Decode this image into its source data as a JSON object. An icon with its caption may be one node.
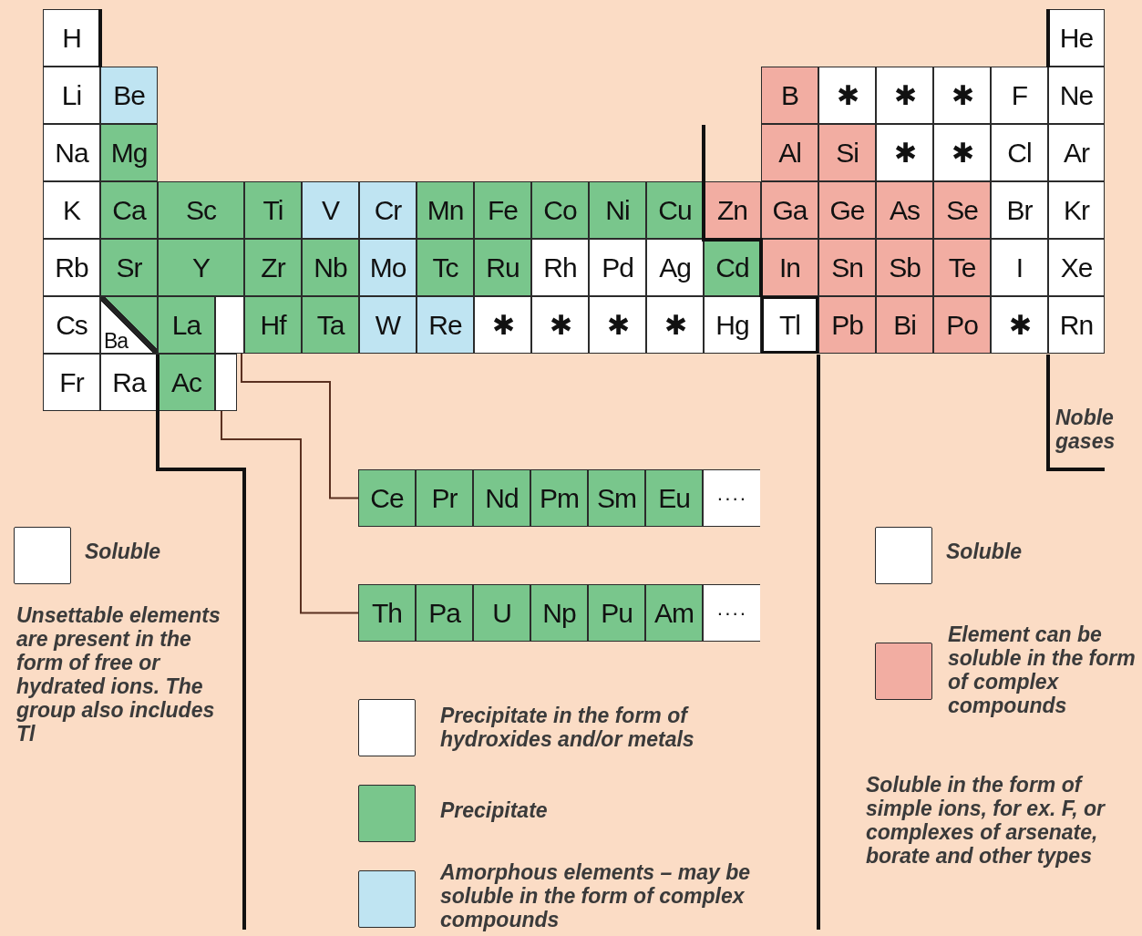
{
  "diagram": {
    "nodes": [
      {
        "text": [
          "H"
        ]
      },
      {
        "text": [
          "He"
        ]
      },
      {
        "text": [
          "Li"
        ]
      },
      {
        "text": [
          "Be"
        ]
      },
      {
        "text": [
          "B"
        ]
      },
      {
        "text": [
          "✱"
        ]
      },
      {
        "text": [
          "✱"
        ]
      },
      {
        "text": [
          "✱"
        ]
      },
      {
        "text": [
          "F"
        ]
      },
      {
        "text": [
          "Ne"
        ]
      },
      {
        "text": [
          "Na"
        ]
      },
      {
        "text": [
          "Mg"
        ]
      },
      {
        "text": [
          "Al"
        ]
      },
      {
        "text": [
          "Si"
        ]
      },
      {
        "text": [
          "✱"
        ]
      },
      {
        "text": [
          "✱"
        ]
      },
      {
        "text": [
          "Cl"
        ]
      },
      {
        "text": [
          "Ar"
        ]
      },
      {
        "text": [
          "K"
        ]
      },
      {
        "text": [
          "Ca"
        ]
      },
      {
        "text": [
          "Sc"
        ]
      },
      {
        "text": [
          "Ti"
        ]
      },
      {
        "text": [
          "V"
        ]
      },
      {
        "text": [
          "Cr"
        ]
      },
      {
        "text": [
          "Mn"
        ]
      },
      {
        "text": [
          "Fe"
        ]
      },
      {
        "text": [
          "Co"
        ]
      },
      {
        "text": [
          "Ni"
        ]
      },
      {
        "text": [
          "Cu"
        ]
      },
      {
        "text": [
          "Zn"
        ]
      },
      {
        "text": [
          "Ga"
        ]
      },
      {
        "text": [
          "Ge"
        ]
      },
      {
        "text": [
          "As"
        ]
      },
      {
        "text": [
          "Se"
        ]
      },
      {
        "text": [
          "Br"
        ]
      },
      {
        "text": [
          "Kr"
        ]
      },
      {
        "text": [
          "Rb"
        ]
      },
      {
        "text": [
          "Sr"
        ]
      },
      {
        "text": [
          "Y"
        ]
      },
      {
        "text": [
          "Zr"
        ]
      },
      {
        "text": [
          "Nb"
        ]
      },
      {
        "text": [
          "Mo"
        ]
      },
      {
        "text": [
          "Tc"
        ]
      },
      {
        "text": [
          "Ru"
        ]
      },
      {
        "text": [
          "Rh"
        ]
      },
      {
        "text": [
          "Pd"
        ]
      },
      {
        "text": [
          "Ag"
        ]
      },
      {
        "text": [
          "Cd"
        ]
      },
      {
        "text": [
          "In"
        ]
      },
      {
        "text": [
          "Sn"
        ]
      },
      {
        "text": [
          "Sb"
        ]
      },
      {
        "text": [
          "Te"
        ]
      },
      {
        "text": [
          "I"
        ]
      },
      {
        "text": [
          "Xe"
        ]
      },
      {
        "text": [
          "Cs"
        ]
      },
      {
        "text": [
          "Ba"
        ]
      },
      {
        "text": [
          "La"
        ]
      },
      {
        "text": [],
        "shape": "box"
      },
      {
        "text": [
          "Hf"
        ]
      },
      {
        "text": [
          "Ta"
        ]
      },
      {
        "text": [
          "W"
        ]
      },
      {
        "text": [
          "Re"
        ]
      },
      {
        "text": [
          "✱"
        ]
      },
      {
        "text": [
          "✱"
        ]
      },
      {
        "text": [
          "✱"
        ]
      },
      {
        "text": [
          "✱"
        ]
      },
      {
        "text": [
          "Hg"
        ]
      },
      {
        "text": [
          "Tl"
        ]
      },
      {
        "text": [
          "Pb"
        ]
      },
      {
        "text": [
          "Bi"
        ]
      },
      {
        "text": [
          "Po"
        ]
      },
      {
        "text": [
          "✱"
        ]
      },
      {
        "text": [
          "Rn"
        ]
      },
      {
        "text": [
          "Fr"
        ]
      },
      {
        "text": [
          "Ra"
        ]
      },
      {
        "text": [
          "Ac"
        ]
      },
      {
        "text": [],
        "shape": "box"
      },
      {
        "text": [
          "Ce"
        ]
      },
      {
        "text": [
          "Pr"
        ]
      },
      {
        "text": [
          "Nd"
        ]
      },
      {
        "text": [
          "Pm"
        ]
      },
      {
        "text": [
          "Sm"
        ]
      },
      {
        "text": [
          "Eu"
        ]
      },
      {
        "text": [
          "····"
        ]
      },
      {
        "text": [
          "Th"
        ]
      },
      {
        "text": [
          "Pa"
        ]
      },
      {
        "text": [
          "U"
        ]
      },
      {
        "text": [
          "Np"
        ]
      },
      {
        "text": [
          "Pu"
        ]
      },
      {
        "text": [
          "Am"
        ]
      },
      {
        "text": [
          "····"
        ]
      }
    ],
    "edges": [
      {
        "from": 57,
        "to": 77,
        "arrow": "none"
      },
      {
        "from": 76,
        "to": 84,
        "arrow": "none"
      }
    ],
    "labels": [
      "Noble gases",
      "Unsettable elements are present in the form of free or hydrated ions. The group also includes Tl",
      "Soluble in the form of simple ions, for ex. F, or complexes of arsenate, borate and other types"
    ],
    "legend": [
      {
        "text": "Soluble",
        "color": "#ffffff"
      },
      {
        "text": "Precipitate in the form of hydroxides and/or metals",
        "color": "#ffffff"
      },
      {
        "text": "Precipitate",
        "color": "#79c68c"
      },
      {
        "text": "Amorphous elements – may be soluble in the form of complex compounds",
        "color": "#bfe4f2"
      },
      {
        "text": "Soluble",
        "color": "#ffffff"
      },
      {
        "text": "Element can be soluble in the form of complex compounds",
        "color": "#f2ada2"
      }
    ]
  }
}
